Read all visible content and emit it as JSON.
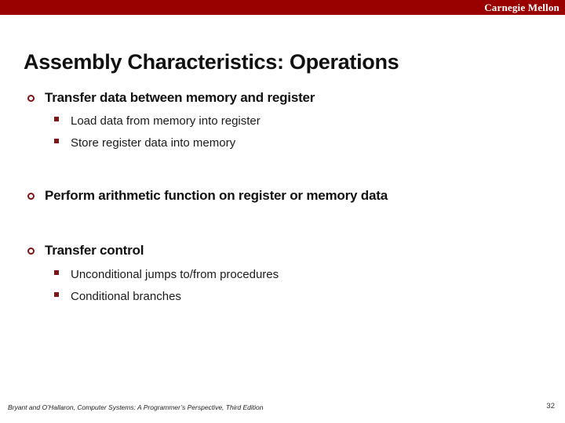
{
  "header": {
    "brand": "Carnegie Mellon"
  },
  "slide": {
    "title": "Assembly Characteristics: Operations",
    "bullets": [
      {
        "label": "Transfer data between memory and register",
        "subs": [
          "Load data from memory into register",
          "Store register data into memory"
        ]
      },
      {
        "label": "Perform arithmetic function on register or memory data",
        "subs": []
      },
      {
        "label": "Transfer control",
        "subs": [
          "Unconditional jumps to/from procedures",
          "Conditional branches"
        ]
      }
    ]
  },
  "footer": {
    "citation": "Bryant and O’Hallaron, Computer Systems: A Programmer’s Perspective, Third Edition",
    "page": "32"
  },
  "colors": {
    "top_bar": "#990000",
    "bullet_accent": "#7f1416",
    "title_text": "#111111",
    "background": "#ffffff"
  }
}
